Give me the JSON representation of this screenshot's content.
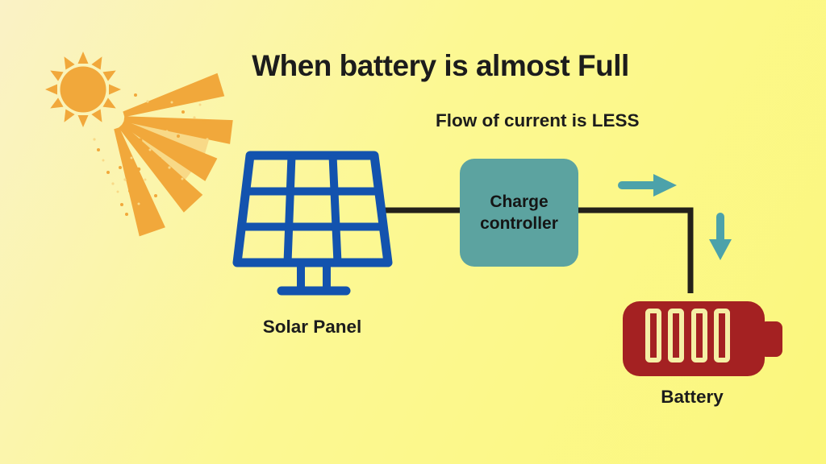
{
  "title": {
    "text": "When battery is almost Full"
  },
  "flow_note": {
    "text": "Flow of current is LESS"
  },
  "solar_panel": {
    "label": "Solar Panel"
  },
  "charge_controller": {
    "line1": "Charge",
    "line2": "controller"
  },
  "battery": {
    "label": "Battery",
    "cell_count": 4
  },
  "icons": {
    "sun": "sun-icon",
    "solar_panel": "solar-panel-icon",
    "arrow_right": "arrow-right-icon",
    "arrow_down": "arrow-down-icon",
    "battery": "battery-icon",
    "wire": "wire-line"
  },
  "colors": {
    "bg1": "#FAF2C6",
    "bg2": "#FCF893",
    "bg3": "#FBF77C",
    "sun": "#F1A83B",
    "sun-light": "#F8D987",
    "panel": "#1353AE",
    "controller": "#5CA3A0",
    "arrow": "#4CA2AA",
    "wire": "#23211A",
    "battery": "#A42122",
    "cell": "#F5EFA5",
    "ink": "#1C1C1C"
  }
}
